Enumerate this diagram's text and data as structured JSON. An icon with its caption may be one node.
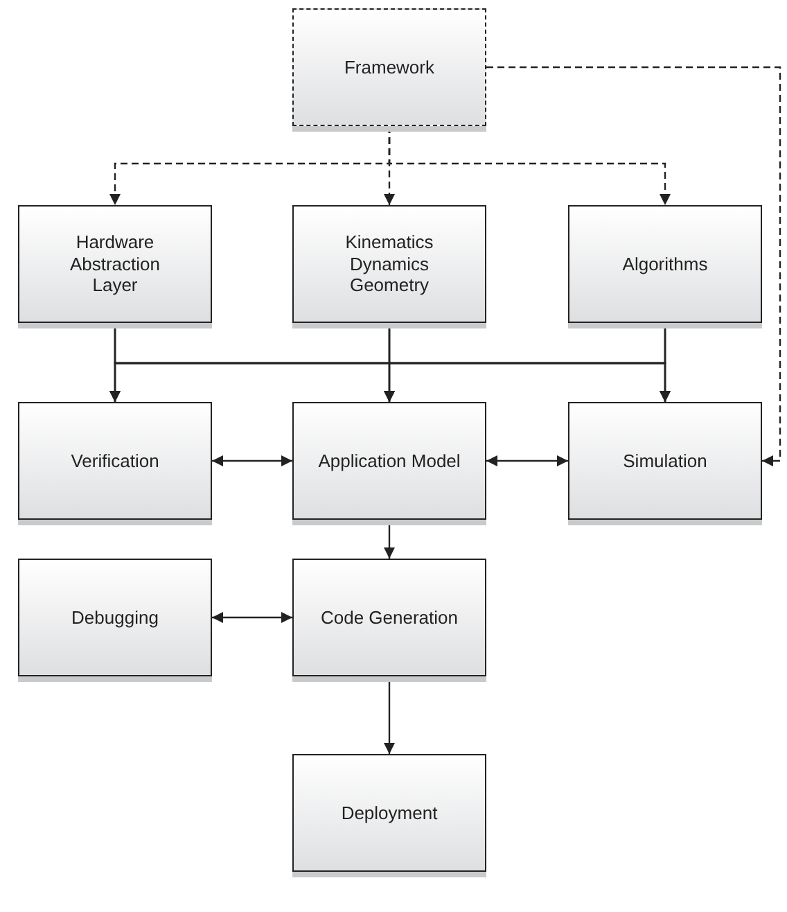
{
  "diagram": {
    "nodes": [
      {
        "text": [
          "Framework"
        ]
      },
      {
        "text": [
          "Hardware Abstraction Layer"
        ]
      },
      {
        "text": [
          "Kinematics Dynamics Geometry"
        ]
      },
      {
        "text": [
          "Algorithms"
        ]
      },
      {
        "text": [
          "Verification"
        ]
      },
      {
        "text": [
          "Application Model"
        ]
      },
      {
        "text": [
          "Simulation"
        ]
      },
      {
        "text": [
          "Debugging"
        ]
      },
      {
        "text": [
          "Code Generation"
        ]
      },
      {
        "text": [
          "Deployment"
        ]
      }
    ],
    "edges": [
      {
        "from": 0,
        "to": 1,
        "arrow": "to",
        "style": "dashed"
      },
      {
        "from": 0,
        "to": 2,
        "arrow": "to",
        "style": "dashed"
      },
      {
        "from": 0,
        "to": 3,
        "arrow": "to",
        "style": "dashed"
      },
      {
        "from": 0,
        "to": 6,
        "arrow": "to",
        "style": "dashed"
      },
      {
        "from": 1,
        "to": 4,
        "arrow": "to"
      },
      {
        "from": 1,
        "to": 5,
        "arrow": "to"
      },
      {
        "from": 1,
        "to": 6,
        "arrow": "to"
      },
      {
        "from": 2,
        "to": 4,
        "arrow": "to"
      },
      {
        "from": 2,
        "to": 5,
        "arrow": "to"
      },
      {
        "from": 2,
        "to": 6,
        "arrow": "to"
      },
      {
        "from": 3,
        "to": 4,
        "arrow": "to"
      },
      {
        "from": 3,
        "to": 5,
        "arrow": "to"
      },
      {
        "from": 3,
        "to": 6,
        "arrow": "to"
      },
      {
        "from": 4,
        "to": 5,
        "arrow": "both"
      },
      {
        "from": 5,
        "to": 6,
        "arrow": "both"
      },
      {
        "from": 5,
        "to": 8,
        "arrow": "to"
      },
      {
        "from": 7,
        "to": 8,
        "arrow": "both"
      },
      {
        "from": 8,
        "to": 9,
        "arrow": "to"
      }
    ]
  }
}
